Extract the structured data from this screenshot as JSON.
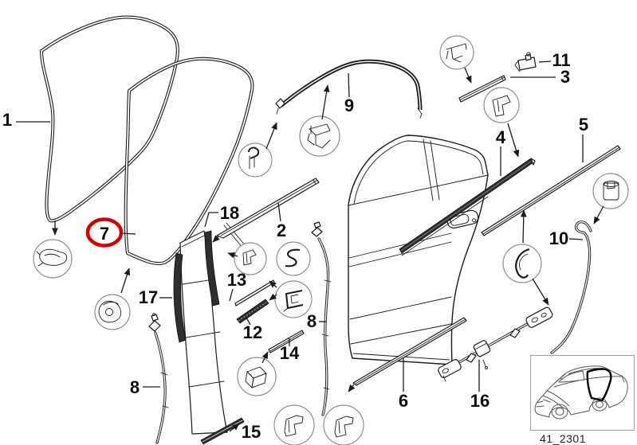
{
  "diagram": {
    "code": "41_2301",
    "highlight": {
      "part": "7",
      "color": "#d60000"
    },
    "callouts": [
      {
        "key": "1",
        "label": "1"
      },
      {
        "key": "7",
        "label": "7"
      },
      {
        "key": "17",
        "label": "17"
      },
      {
        "key": "18",
        "label": "18"
      },
      {
        "key": "2",
        "label": "2"
      },
      {
        "key": "9",
        "label": "9"
      },
      {
        "key": "13",
        "label": "13"
      },
      {
        "key": "12",
        "label": "12"
      },
      {
        "key": "14",
        "label": "14"
      },
      {
        "key": "15",
        "label": "15"
      },
      {
        "key": "8a",
        "label": "8"
      },
      {
        "key": "8b",
        "label": "8"
      },
      {
        "key": "6",
        "label": "6"
      },
      {
        "key": "16",
        "label": "16"
      },
      {
        "key": "3",
        "label": "3"
      },
      {
        "key": "11",
        "label": "11"
      },
      {
        "key": "4",
        "label": "4"
      },
      {
        "key": "5",
        "label": "5"
      },
      {
        "key": "10",
        "label": "10"
      }
    ]
  }
}
